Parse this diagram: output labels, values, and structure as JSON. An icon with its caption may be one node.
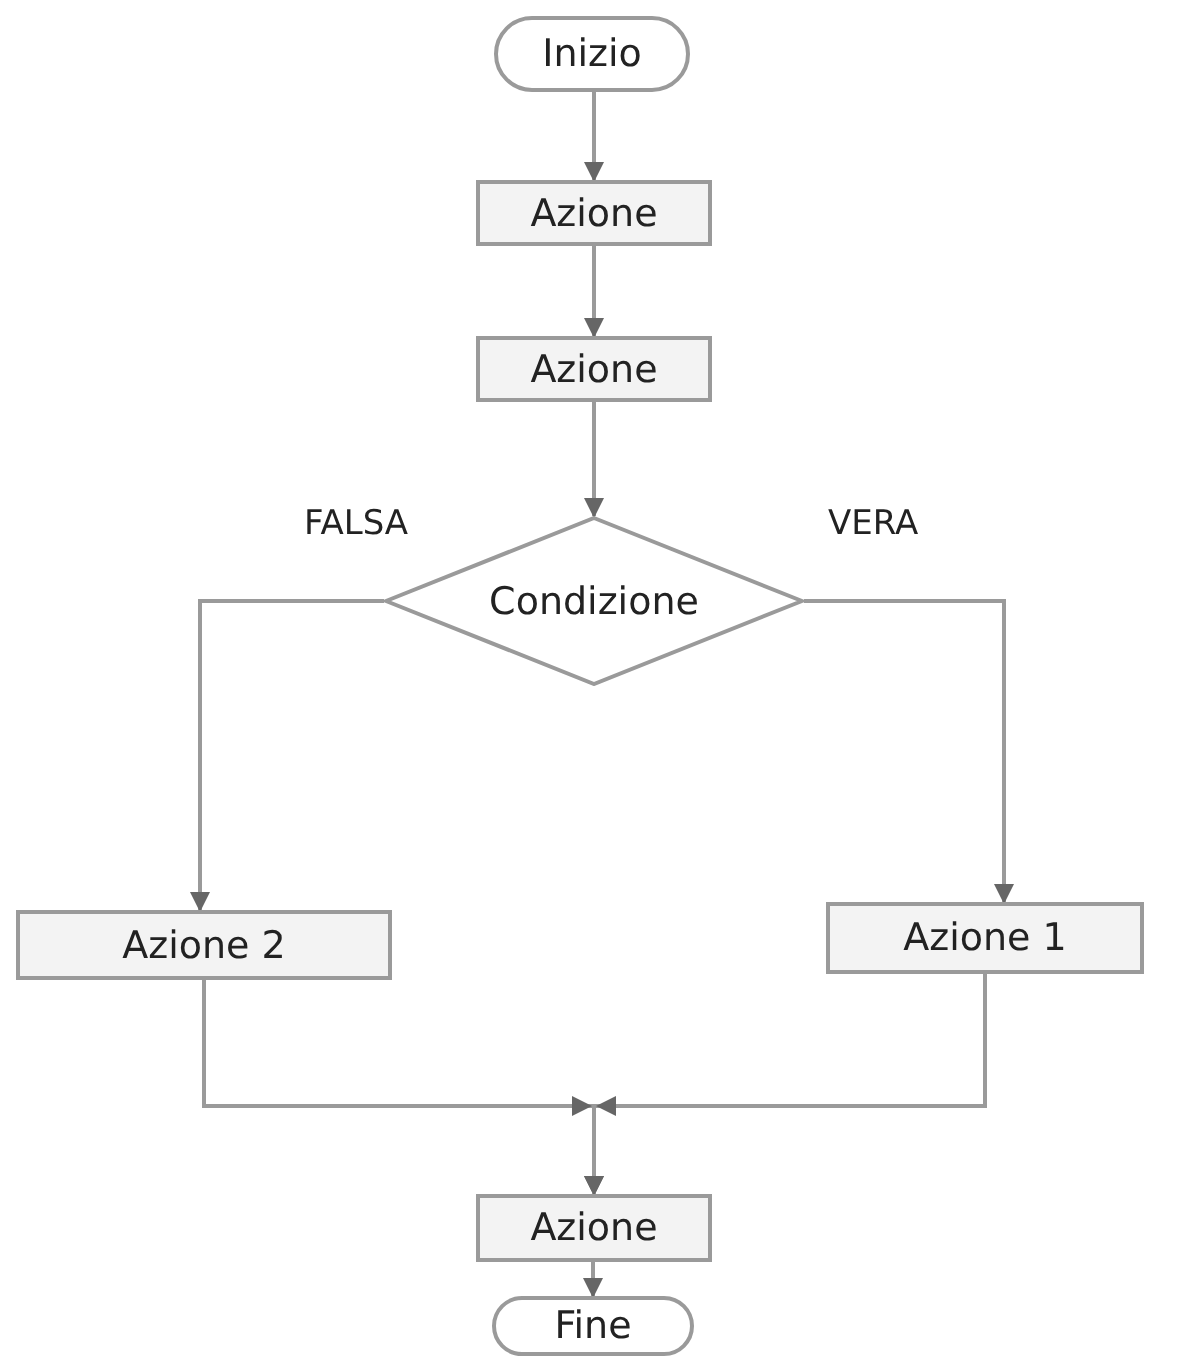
{
  "diagram": {
    "nodes": [
      {
        "text": [
          "Inizio"
        ]
      },
      {
        "text": [
          "Azione"
        ]
      },
      {
        "text": [
          "Azione"
        ]
      },
      {
        "text": [
          "Condizione"
        ]
      },
      {
        "text": [
          "Azione 2"
        ]
      },
      {
        "text": [
          "Azione 1"
        ]
      },
      {
        "text": [
          "Azione"
        ]
      },
      {
        "text": [
          "Fine"
        ]
      }
    ],
    "edges": [
      {
        "from": 0,
        "to": 1,
        "arrow": "to"
      },
      {
        "from": 1,
        "to": 2,
        "arrow": "to"
      },
      {
        "from": 2,
        "to": 3,
        "arrow": "to"
      },
      {
        "from": 3,
        "to": 4,
        "arrow": "to",
        "label": "FALSA"
      },
      {
        "from": 3,
        "to": 5,
        "arrow": "to",
        "label": "VERA"
      },
      {
        "from": 4,
        "to": 6,
        "arrow": "to"
      },
      {
        "from": 5,
        "to": 6,
        "arrow": "to"
      },
      {
        "from": 6,
        "to": 7,
        "arrow": "to"
      }
    ]
  }
}
